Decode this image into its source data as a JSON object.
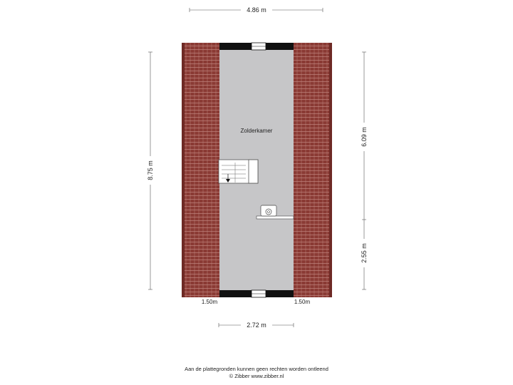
{
  "dimensions": {
    "top_width": "4.86 m",
    "left_height": "8.75 m",
    "right_upper": "6.09 m",
    "right_lower": "2.55 m",
    "bottom_width": "2.72 m",
    "roof_left": "1.50m",
    "roof_right": "1.50m"
  },
  "rooms": {
    "attic": "Zolderkamer"
  },
  "footer": {
    "disclaimer": "Aan de plattegronden kunnen geen rechten worden ontleend",
    "credit": "© Zibber www.zibber.nl"
  },
  "colors": {
    "roof_tile": "#8a3a34",
    "roof_line": "#c9908a",
    "floor": "#c6c6c8",
    "wall": "#111111"
  }
}
